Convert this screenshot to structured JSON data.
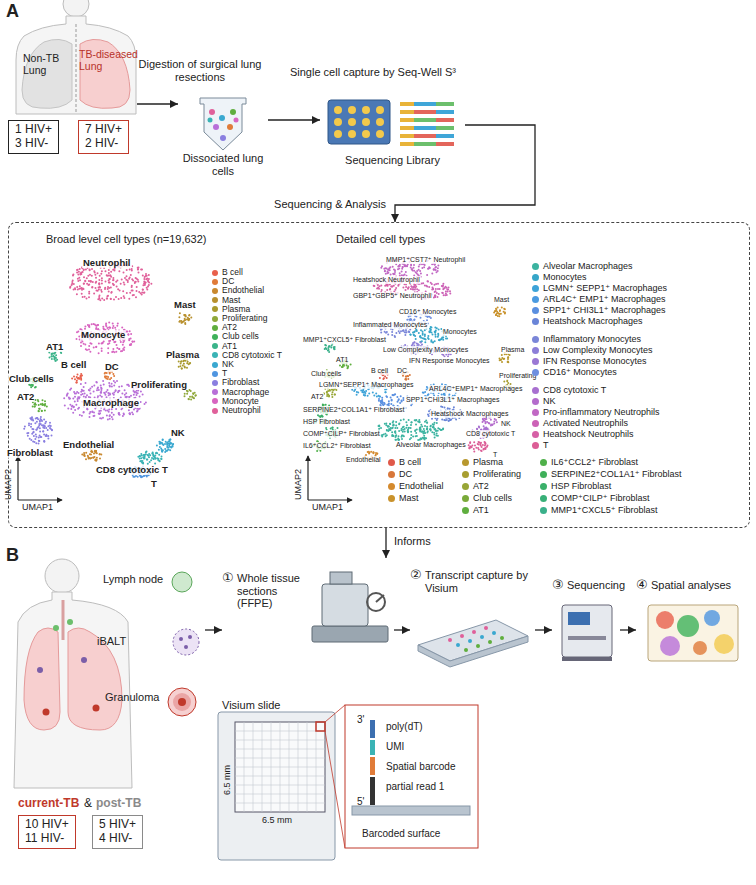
{
  "diagram": {
    "nodes": [
      {
        "text": [
          "Non-TB Lung",
          "TB-diseased Lung"
        ]
      },
      {
        "text": [
          "1 HIV+",
          "3 HIV-"
        ]
      },
      {
        "text": [
          "7 HIV+",
          "2 HIV-"
        ]
      },
      {
        "text": [
          "Dissociated lung cells"
        ]
      },
      {
        "text": [
          "Sequencing Library"
        ]
      },
      {
        "text": [
          "Broad level cell types (n=19,632)",
          "Detailed cell types"
        ]
      },
      {
        "text": [
          "Lymph node",
          "iBALT",
          "Granuloma"
        ]
      },
      {
        "text": [
          "10 HIV+",
          "11 HIV-"
        ]
      },
      {
        "text": [
          "5 HIV+",
          "4 HIV-"
        ]
      },
      {
        "text": [
          "①",
          "Whole tissue sections (FFPE)"
        ]
      },
      {
        "text": [
          "②",
          "Transcript capture by Visium"
        ]
      },
      {
        "text": [
          "③",
          "Sequencing"
        ]
      },
      {
        "text": [
          "④",
          "Spatial analyses"
        ]
      }
    ],
    "edges": [
      {
        "from": 0,
        "to": 3,
        "label": "Digestion of surgical lung resections",
        "arrow": "to"
      },
      {
        "from": 3,
        "to": 4,
        "label": "Single cell capture by Seq-Well S³",
        "arrow": "to"
      },
      {
        "from": 4,
        "to": 5,
        "label": "Sequencing & Analysis",
        "arrow": "to"
      },
      {
        "from": 5,
        "to": 9,
        "label": "Informs",
        "arrow": "to"
      },
      {
        "from": 6,
        "to": 9,
        "arrow": "to"
      },
      {
        "from": 9,
        "to": 10,
        "arrow": "to"
      },
      {
        "from": 10,
        "to": 11,
        "arrow": "to"
      },
      {
        "from": 11,
        "to": 12,
        "arrow": "to"
      }
    ],
    "labels": [
      "A",
      "Neutrophil",
      "Mast",
      "Monocyte",
      "B cell",
      "DC",
      "Plasma",
      "Club cells",
      "AT1",
      "AT2",
      "Proliferating",
      "Macrophage",
      "Fibroblast",
      "Endothelial",
      "NK",
      "CD8 cytotoxic T",
      "T",
      "UMAP2",
      "UMAP1",
      "MMP1⁺CST7⁺ Neutrophil",
      "Heatshock Neutrophil",
      "GBP1⁺GBP5⁺ Neutrophil",
      "CD16⁺ Monocytes",
      "Mast",
      "Inflammated Monocytes",
      "Monocytes",
      "MMP1⁺CXCL5⁺ Fibroblast",
      "Low Complexity Monocytes",
      "AT1",
      "IFN Response Monocytes",
      "B cell",
      "DC",
      "Plasma",
      "Club cells",
      "LGMN⁺SEPP1⁺ Macrophages",
      "ARL4C⁺EMP1⁺ Macrophages",
      "AT2",
      "SERPINE2⁺COL1A1⁺ Fibroblast",
      "SPP1⁺CHI3L1⁺ Macrophages",
      "Proliferating",
      "HSP Fibroblast",
      "COMP⁺CILP⁺ Fibroblast",
      "Heatshock Macrophages",
      "IL6⁺CCL2⁺ Fibroblast",
      "Alveolar Macrophages",
      "Endothelial",
      "NK",
      "CD8 cytotoxic T",
      "T",
      "UMAP2",
      "UMAP1",
      "B",
      "current-TB",
      "&",
      "post-TB",
      "Visium slide",
      "6.5 mm",
      "6.5 mm",
      "3'",
      "poly(dT)",
      "UMI",
      "Spatial barcode",
      "partial read 1",
      "5'",
      "Barcoded surface"
    ],
    "legend": [
      {
        "text": "B cell",
        "color": "#e8604c"
      },
      {
        "text": "DC",
        "color": "#e07b39"
      },
      {
        "text": "Endothelial",
        "color": "#c9892f"
      },
      {
        "text": "Mast",
        "color": "#b8902e"
      },
      {
        "text": "Plasma",
        "color": "#a99a2e"
      },
      {
        "text": "Proliferating",
        "color": "#8fa83a"
      },
      {
        "text": "AT2",
        "color": "#5fae3e"
      },
      {
        "text": "Club cells",
        "color": "#3fb15a"
      },
      {
        "text": "AT1",
        "color": "#3bb48a"
      },
      {
        "text": "CD8 cytotoxic T",
        "color": "#3ab3b5"
      },
      {
        "text": "NK",
        "color": "#3aa8d0"
      },
      {
        "text": "T",
        "color": "#4f95e0"
      },
      {
        "text": "Fibroblast",
        "color": "#8a7fe0"
      },
      {
        "text": "Macrophage",
        "color": "#b86fd8"
      },
      {
        "text": "Monocyte",
        "color": "#d865c0"
      },
      {
        "text": "Neutrophil",
        "color": "#e0609a"
      },
      {
        "text": "Alveolar Macrophages",
        "color": "#3bb3a0"
      },
      {
        "text": "Monocytes",
        "color": "#36a6c8"
      },
      {
        "text": "LGMN⁺ SEPP1⁺ Macrophages",
        "color": "#3da3d8"
      },
      {
        "text": "ARL4C⁺ EMP1⁺ Macrophages",
        "color": "#4a9ae0"
      },
      {
        "text": "SPP1⁺ CHI3L1⁺ Macrophages",
        "color": "#5a8fe0"
      },
      {
        "text": "Heatshock Macrophages",
        "color": "#6a85d8"
      },
      {
        "text": "Inflammatory Monocytes",
        "color": "#7a86d8"
      },
      {
        "text": "Low Complexity Monocytes",
        "color": "#8c7ed8"
      },
      {
        "text": "IFN Response Monocytes",
        "color": "#9a78d4"
      },
      {
        "text": "CD16⁺ Monocytes",
        "color": "#6e8fe0"
      },
      {
        "text": "CD8 cytotoxic T",
        "color": "#a870d0"
      },
      {
        "text": "NK",
        "color": "#b46ccc"
      },
      {
        "text": "Pro-inflammatory Neutrophils",
        "color": "#c168c4"
      },
      {
        "text": "Activated Neutrophils",
        "color": "#cc62b6"
      },
      {
        "text": "Heatshock Neutrophils",
        "color": "#d660a6"
      },
      {
        "text": "T",
        "color": "#dc5e96"
      },
      {
        "text": "B cell",
        "color": "#e0594a"
      },
      {
        "text": "DC",
        "color": "#d8773a"
      },
      {
        "text": "Endothelial",
        "color": "#d48a2e"
      },
      {
        "text": "Mast",
        "color": "#c9922c"
      },
      {
        "text": "Plasma",
        "color": "#b8982e"
      },
      {
        "text": "Proliferating",
        "color": "#a89e30"
      },
      {
        "text": "AT2",
        "color": "#98a636"
      },
      {
        "text": "Club cells",
        "color": "#7aaa3a"
      },
      {
        "text": "AT1",
        "color": "#5fae3e"
      },
      {
        "text": "IL6⁺CCL2⁺ Fibroblast",
        "color": "#4fb04a"
      },
      {
        "text": "SERPINE2⁺COL1A1⁺ Fibroblast",
        "color": "#3fb05a"
      },
      {
        "text": "HSP Fibroblast",
        "color": "#3ab06a"
      },
      {
        "text": "COMP⁺CILP⁺ Fibroblast",
        "color": "#38b078"
      },
      {
        "text": "MMP1⁺CXCL5⁺ Fibroblast",
        "color": "#3ab08a"
      }
    ]
  }
}
